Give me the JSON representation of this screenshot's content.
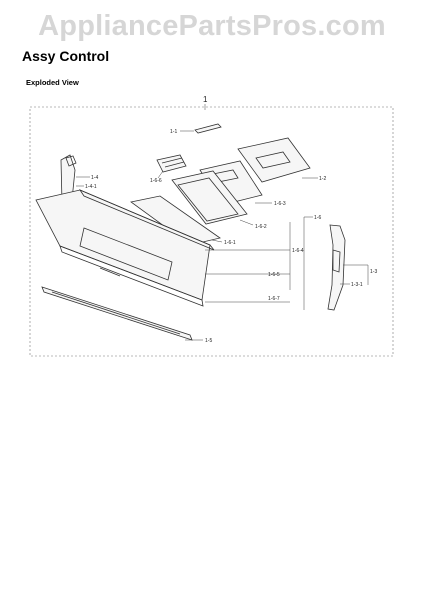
{
  "watermark": "AppliancePartsPros.com",
  "title": "Assy Control",
  "subtitle": "Exploded View",
  "callouts": {
    "top": "1",
    "c1_1": "1-1",
    "c1_2": "1-2",
    "c1_3": "1-3",
    "c1_3_1": "1-3-1",
    "c1_4": "1-4",
    "c1_4_1": "1-4-1",
    "c1_5": "1-5",
    "c1_6": "1-6",
    "c1_6_1": "1-6-1",
    "c1_6_2": "1-6-2",
    "c1_6_3": "1-6-3",
    "c1_6_4": "1-6-4",
    "c1_6_5": "1-6-5",
    "c1_6_6": "1-6-6",
    "c1_6_7": "1-6-7"
  }
}
